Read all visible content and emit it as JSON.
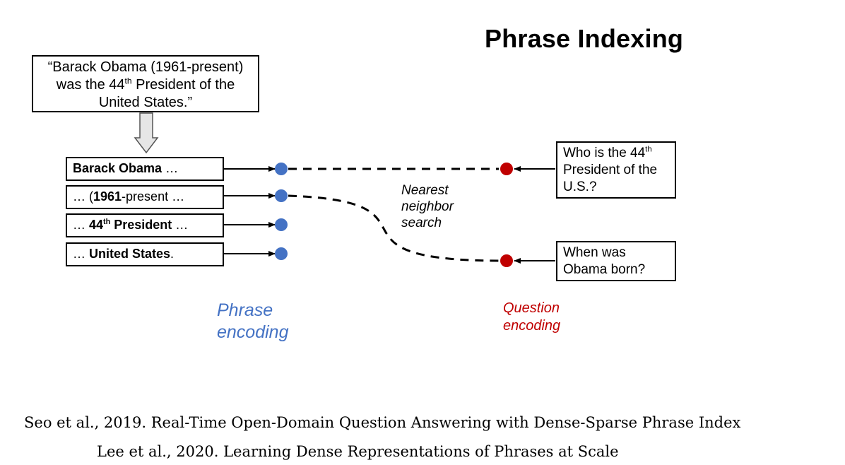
{
  "title": "Phrase Indexing",
  "source_text": {
    "line1": "“Barack Obama (1961-present)",
    "line2_a": "was the 44",
    "line2_sup": "th",
    "line2_b": " President of the",
    "line3": "United States.”"
  },
  "phrases": [
    {
      "bold": "Barack Obama",
      "rest": " …"
    },
    {
      "pre": "… (",
      "bold": "1961",
      "rest": "-present …"
    },
    {
      "pre": "… ",
      "bold": "44",
      "sup": "th",
      "bold2": " President",
      "rest": " …"
    },
    {
      "pre": "… ",
      "bold": "United States",
      "rest": "."
    }
  ],
  "questions": [
    {
      "line1_a": "Who is the 44",
      "line1_sup": "th",
      "line2": "President of the",
      "line3": "U.S.?"
    },
    {
      "line1": "When was",
      "line2": "Obama born?"
    }
  ],
  "nn_search": {
    "line1": "Nearest",
    "line2": "neighbor",
    "line3": "search"
  },
  "labels": {
    "phrase_line1": "Phrase",
    "phrase_line2": "encoding",
    "question_line1": "Question",
    "question_line2": "encoding"
  },
  "citations": [
    "Seo et al., 2019. Real-Time Open-Domain Question Answering with Dense-Sparse Phrase Index",
    "Lee et al., 2020. Learning Dense Representations of Phrases at Scale"
  ],
  "colors": {
    "phrase_dot": "#4472c4",
    "question_dot": "#c00000"
  }
}
